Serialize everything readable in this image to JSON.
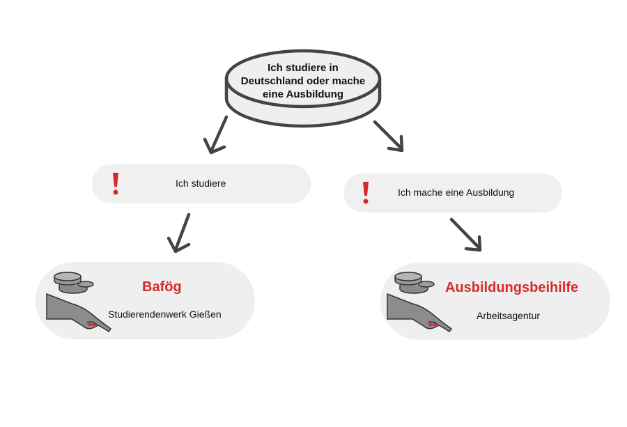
{
  "root": {
    "line1": "Ich studiere in",
    "line2": "Deutschland oder mache",
    "line3": "eine Ausbildung"
  },
  "branches": {
    "study": {
      "label": "Ich studiere"
    },
    "training": {
      "label": "Ich mache eine Ausbildung"
    }
  },
  "outcomes": {
    "bafoeg": {
      "title": "Bafög",
      "subtitle": "Studierendenwerk Gießen"
    },
    "ausbildung": {
      "title": "Ausbildungsbeihilfe",
      "subtitle": "Arbeitsagentur"
    }
  },
  "colors": {
    "accent": "#d62a2a",
    "box": "#f0f0f0",
    "stroke": "#444444"
  },
  "icons": [
    "exclamation-icon",
    "coins-hand-icon",
    "arrow-down-icon"
  ]
}
